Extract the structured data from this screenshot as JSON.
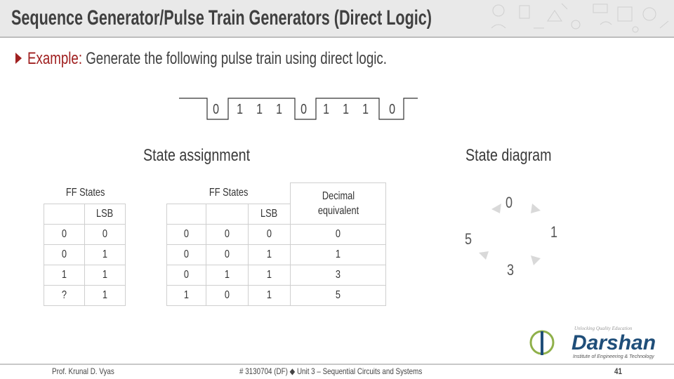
{
  "slide": {
    "title": "Sequence Generator/Pulse Train Generators (Direct Logic)",
    "bullet": {
      "label": "Example:",
      "text": "Generate the following pulse train using direct logic."
    },
    "pulse_train": [
      "0",
      "1",
      "1",
      "1",
      "0",
      "1",
      "1",
      "1",
      "0"
    ],
    "state_assignment_heading": "State assignment",
    "state_diagram_heading": "State diagram",
    "left_table": {
      "header_top": "FF States",
      "header_lsb": "LSB",
      "rows": [
        [
          "0",
          "0"
        ],
        [
          "0",
          "1"
        ],
        [
          "1",
          "1"
        ],
        [
          "?",
          "1"
        ]
      ]
    },
    "right_table": {
      "header_top": "FF States",
      "header_lsb": "LSB",
      "header_decimal": "Decimal equivalent",
      "rows": [
        [
          "0",
          "0",
          "0",
          "0"
        ],
        [
          "0",
          "0",
          "1",
          "1"
        ],
        [
          "0",
          "1",
          "1",
          "3"
        ],
        [
          "1",
          "0",
          "1",
          "5"
        ]
      ]
    },
    "diagram_nodes": {
      "top": "0",
      "right": "1",
      "bottom": "3",
      "left": "5"
    },
    "footer": {
      "author": "Prof. Krunal D. Vyas",
      "course": "# 3130704 (DF)  ◆  Unit 3 – Sequential Circuits and Systems",
      "page": "41"
    },
    "logo": {
      "tagline": "Unlocking Quality Education",
      "name": "Darshan",
      "subtitle": "Institute of Engineering & Technology"
    },
    "accent_color": "#a02020"
  }
}
